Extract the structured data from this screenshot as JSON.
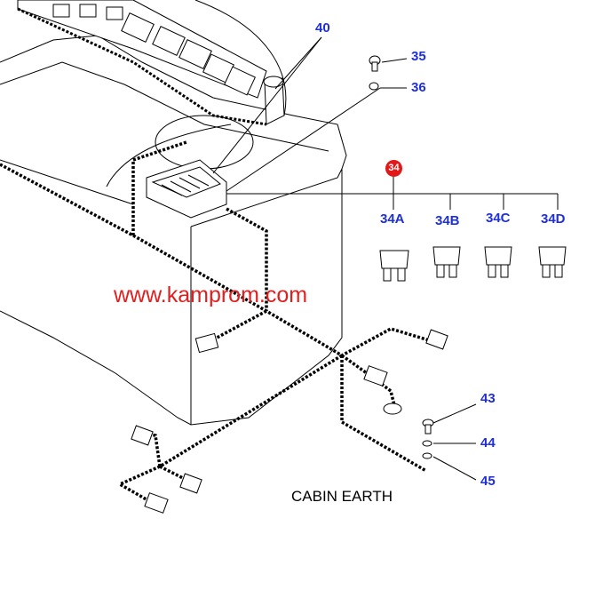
{
  "callouts": {
    "c40": "40",
    "c35": "35",
    "c36": "36",
    "c34": "34",
    "c34a": "34A",
    "c34b": "34B",
    "c34c": "34C",
    "c34d": "34D",
    "c43": "43",
    "c44": "44",
    "c45": "45"
  },
  "watermark": "www.kamprom.com",
  "caption": "CABIN EARTH",
  "colors": {
    "callout": "#1f2fd6",
    "watermark": "#e02020",
    "badge": "#e01818"
  }
}
